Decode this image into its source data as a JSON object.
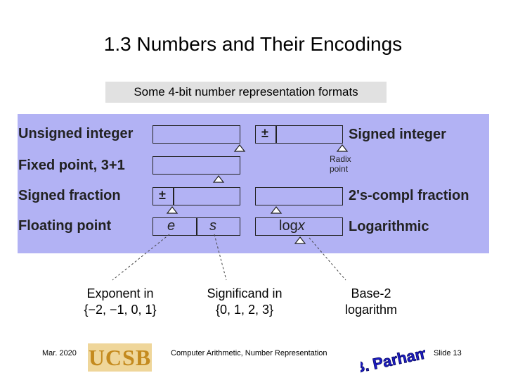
{
  "title": "1.3  Numbers and Their Encodings",
  "caption": "Some 4-bit number representation formats",
  "formats": {
    "unsigned_integer": "Unsigned integer",
    "signed_integer": "Signed integer",
    "fixed_point": "Fixed point, 3+1",
    "signed_fraction": "Signed fraction",
    "twos_compl_fraction": "2's-compl fraction",
    "floating_point": "Floating point",
    "logarithmic": "Logarithmic"
  },
  "box_symbols": {
    "plus_minus": "±",
    "exponent": "e",
    "significand": "s",
    "log_prefix": "log",
    "log_var": "x"
  },
  "radix_point": {
    "line1": "Radix",
    "line2": "point"
  },
  "notes": {
    "exponent_line1": "Exponent in",
    "exponent_line2": "{−2, −1, 0, 1}",
    "significand_line1": "Significand in",
    "significand_line2": "{0, 1, 2, 3}",
    "base2_line1": "Base-2",
    "base2_line2": "logarithm"
  },
  "footer": {
    "date": "Mar. 2020",
    "center": "Computer Arithmetic, Number Representation",
    "slide": "Slide 13",
    "logo_ucsb": "UCSB",
    "logo_parhami": "B. Parhami"
  },
  "colors": {
    "panel": "#b2b2f4",
    "caption_bg": "#e1e1e1",
    "ucsb_gold": "#c48a1e",
    "parhami_blue": "#1c1cc8"
  }
}
